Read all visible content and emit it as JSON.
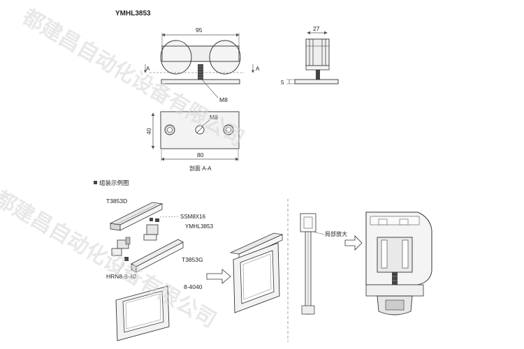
{
  "model": "YMHL3853",
  "top_view": {
    "width_dim": "95",
    "section_mark_left": "A",
    "section_mark_right": "A",
    "screw_label": "M8"
  },
  "side_view": {
    "width_dim": "27",
    "plate_thickness_dim": "5"
  },
  "plate_view": {
    "height_dim": "40",
    "width_dim": "80",
    "thread_label": "M8",
    "caption": "剖面 A-A"
  },
  "assembly": {
    "heading": "组装示例图",
    "parts": {
      "track_top": "T3853D",
      "screw": "SSM8X16",
      "roller": "YMHL3853",
      "track_side": "T3853G",
      "nut": "HRN8-8-40",
      "frame": "8-4040"
    },
    "zoom_label": "局部放大"
  },
  "watermark": {
    "line1": "都建昌自动化设备有限公司",
    "line2": "都建昌自动化设备有限公司"
  },
  "colors": {
    "line": "#333333",
    "part_fill": "#eeeeee",
    "dim": "#555555",
    "watermark": "#d7d7d7"
  }
}
